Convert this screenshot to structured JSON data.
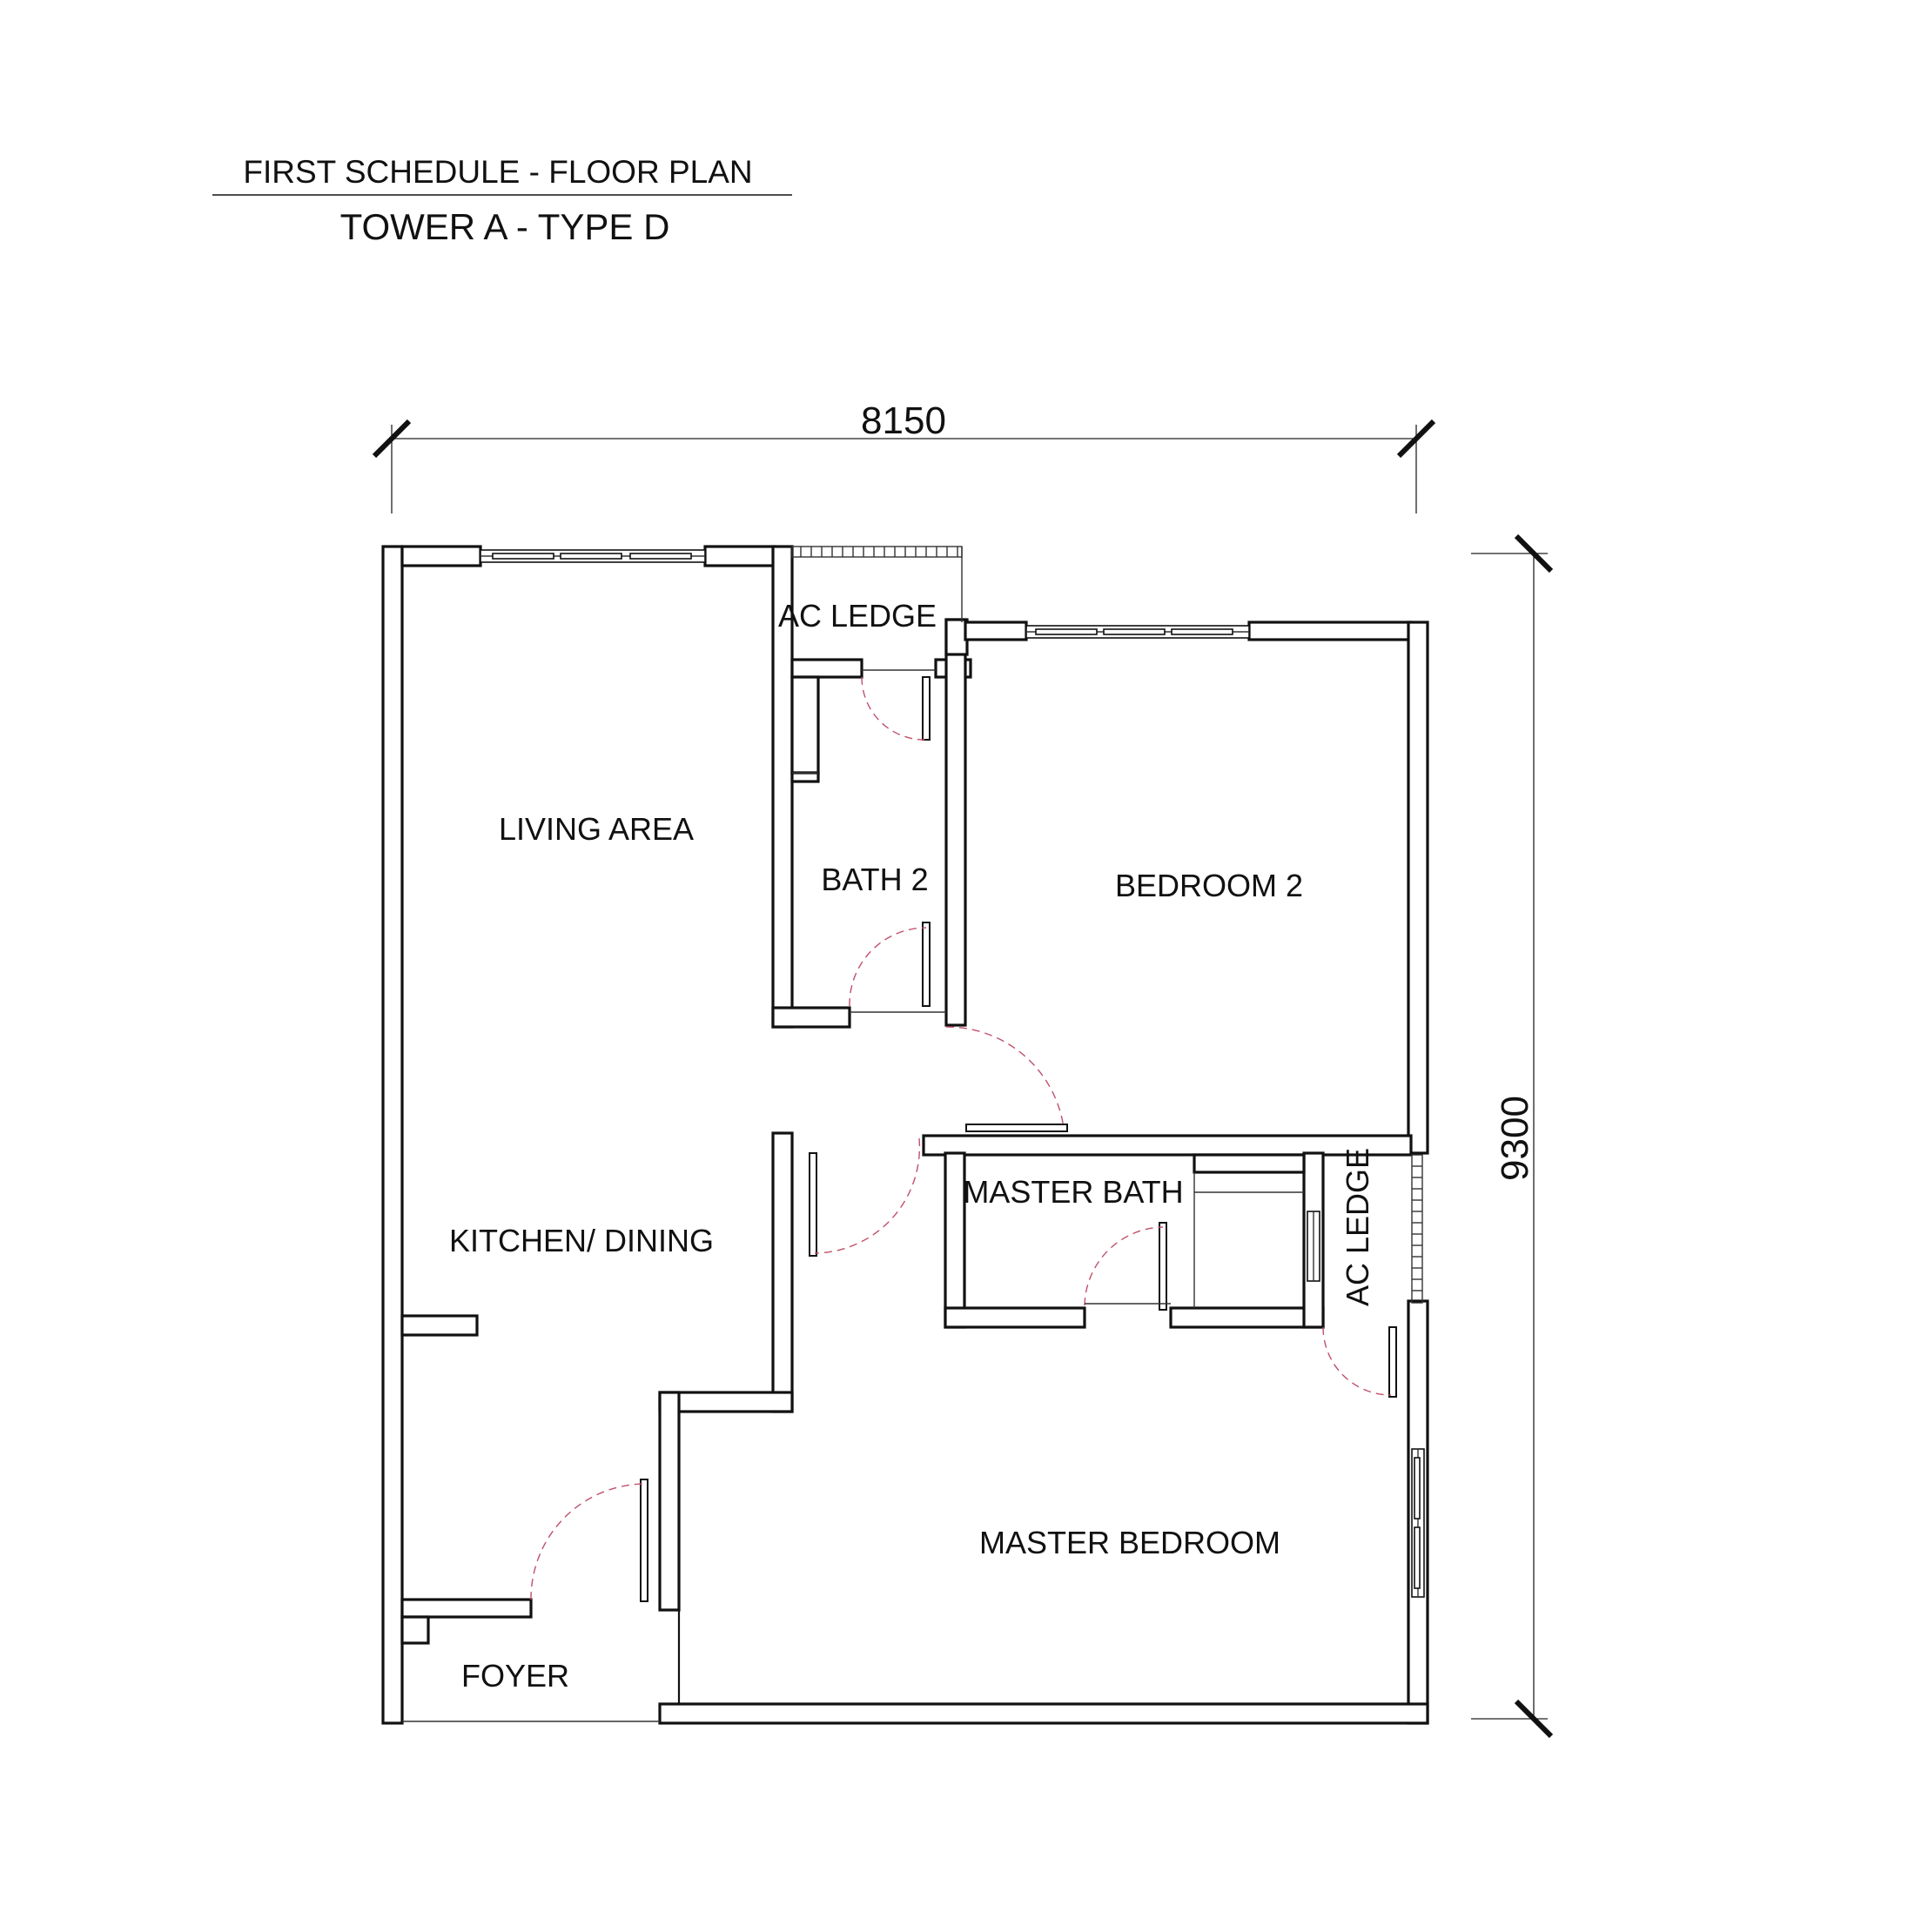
{
  "header": {
    "schedule_title": "FIRST SCHEDULE - FLOOR PLAN",
    "unit_type": "TOWER A - TYPE D"
  },
  "dimensions": {
    "width": "8150",
    "height": "9300"
  },
  "rooms": {
    "ac_ledge_top": "AC LEDGE",
    "living_area": "LIVING AREA",
    "bath_2": "BATH 2",
    "bedroom_2": "BEDROOM 2",
    "kitchen_dining": "KITCHEN/ DINING",
    "master_bath": "MASTER BATH",
    "ac_ledge_right": "AC LEDGE",
    "master_bedroom": "MASTER BEDROOM",
    "foyer": "FOYER"
  },
  "colors": {
    "wall": "#111111",
    "door_swing": "#c0506a",
    "background": "#ffffff"
  }
}
